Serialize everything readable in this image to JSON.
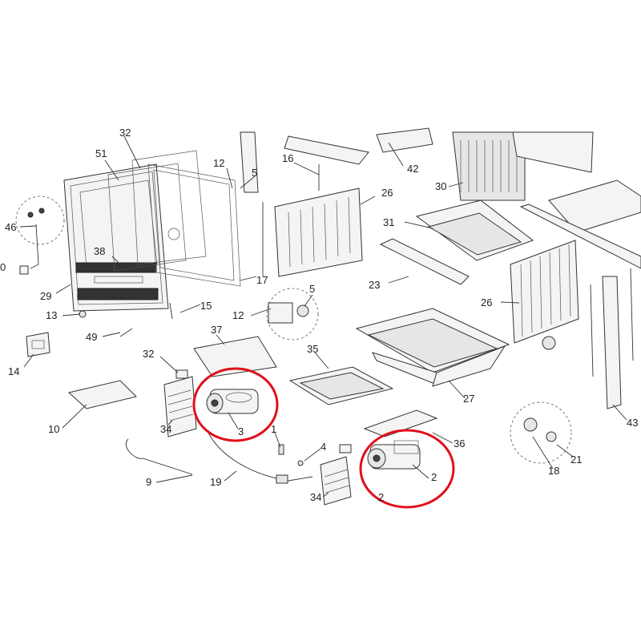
{
  "diagram": {
    "highlight_color": "#e0101a",
    "callouts": [
      {
        "id": "c32a",
        "text": "32"
      },
      {
        "id": "c51",
        "text": "51"
      },
      {
        "id": "c12a",
        "text": "12"
      },
      {
        "id": "c5a",
        "text": "5"
      },
      {
        "id": "c16",
        "text": "16"
      },
      {
        "id": "c26a",
        "text": "26"
      },
      {
        "id": "c42",
        "text": "42"
      },
      {
        "id": "c30",
        "text": "30"
      },
      {
        "id": "c46",
        "text": "46"
      },
      {
        "id": "c0",
        "text": "0"
      },
      {
        "id": "c38",
        "text": "38"
      },
      {
        "id": "c29",
        "text": "29"
      },
      {
        "id": "c17",
        "text": "17"
      },
      {
        "id": "c15",
        "text": "15"
      },
      {
        "id": "c31",
        "text": "31"
      },
      {
        "id": "c23",
        "text": "23"
      },
      {
        "id": "c26b",
        "text": "26"
      },
      {
        "id": "c13",
        "text": "13"
      },
      {
        "id": "c12b",
        "text": "12"
      },
      {
        "id": "c5b",
        "text": "5"
      },
      {
        "id": "c49",
        "text": "49"
      },
      {
        "id": "c37",
        "text": "37"
      },
      {
        "id": "c35",
        "text": "35"
      },
      {
        "id": "c14",
        "text": "14"
      },
      {
        "id": "c32b",
        "text": "32"
      },
      {
        "id": "c27",
        "text": "27"
      },
      {
        "id": "c43",
        "text": "43"
      },
      {
        "id": "c10",
        "text": "10"
      },
      {
        "id": "c34a",
        "text": "34"
      },
      {
        "id": "c3",
        "text": "3"
      },
      {
        "id": "c1",
        "text": "1"
      },
      {
        "id": "c36",
        "text": "36"
      },
      {
        "id": "c4",
        "text": "4"
      },
      {
        "id": "c2",
        "text": "2"
      },
      {
        "id": "c21",
        "text": "21"
      },
      {
        "id": "c18",
        "text": "18"
      },
      {
        "id": "c9",
        "text": "9"
      },
      {
        "id": "c19",
        "text": "19"
      },
      {
        "id": "c34b",
        "text": "34"
      },
      {
        "id": "c2b",
        "text": "2"
      }
    ]
  }
}
